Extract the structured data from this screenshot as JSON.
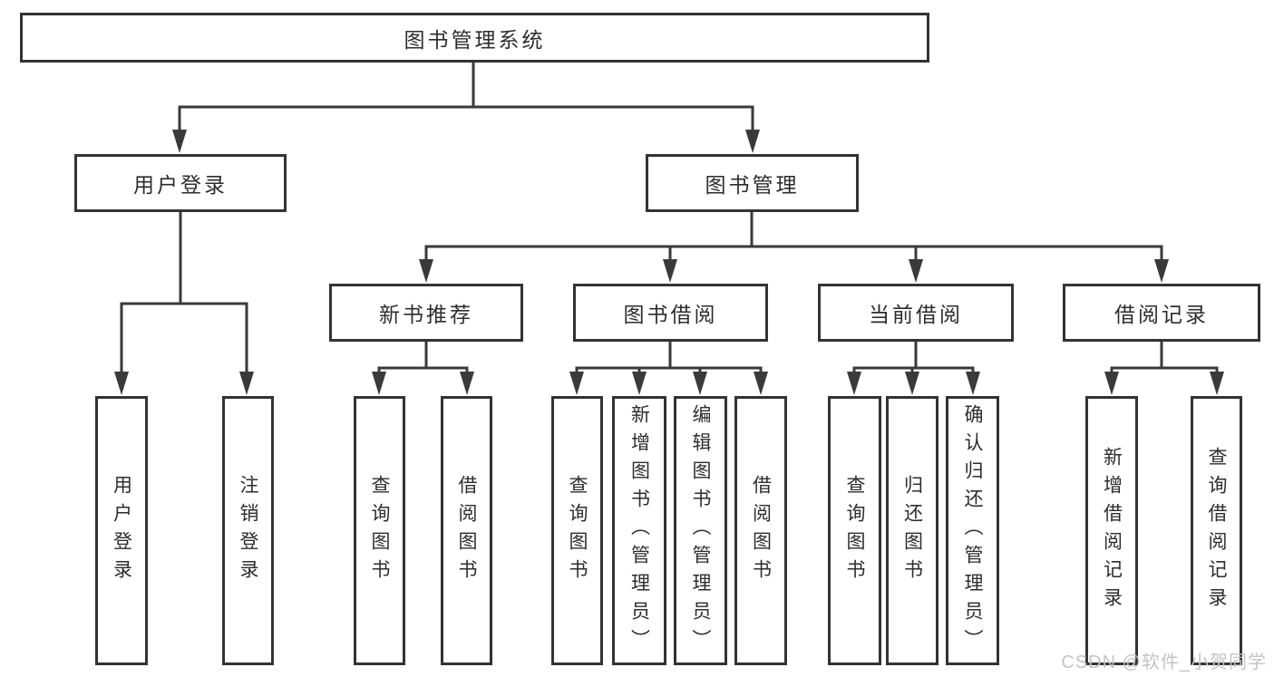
{
  "diagram": {
    "root": {
      "label": "图书管理系统"
    },
    "level2": [
      {
        "label": "用户登录"
      },
      {
        "label": "图书管理"
      }
    ],
    "level3": [
      {
        "label": "新书推荐"
      },
      {
        "label": "图书借阅"
      },
      {
        "label": "当前借阅"
      },
      {
        "label": "借阅记录"
      }
    ],
    "leaves": [
      {
        "label": "用户登录"
      },
      {
        "label": "注销登录"
      },
      {
        "label": "查询图书"
      },
      {
        "label": "借阅图书"
      },
      {
        "label": "查询图书"
      },
      {
        "label": "新增图书（管理员）"
      },
      {
        "label": "编辑图书（管理员）"
      },
      {
        "label": "借阅图书"
      },
      {
        "label": "查询图书"
      },
      {
        "label": "归还图书"
      },
      {
        "label": "确认归还（管理员）"
      },
      {
        "label": "新增借阅记录"
      },
      {
        "label": "查询借阅记录"
      }
    ]
  },
  "watermark": {
    "text": "CSDN @软件_小贺同学"
  },
  "colors": {
    "line": "#3a3a3a",
    "box_border": "#333333",
    "text": "#2d2d2d",
    "background": "#ffffff",
    "watermark": "#c4c4c4"
  }
}
